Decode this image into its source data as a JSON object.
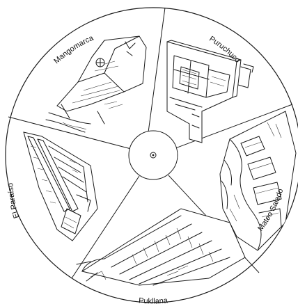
{
  "diagram": {
    "sites": [
      {
        "id": "mangomarca",
        "label": "Mangomarca"
      },
      {
        "id": "puruchuco",
        "label": "Puruchuco"
      },
      {
        "id": "mateo-salado",
        "label": "Mateo Salado"
      },
      {
        "id": "pucllana",
        "label": "Pukllana"
      },
      {
        "id": "el-paraiso",
        "label": "El Paraíso"
      }
    ],
    "colors": {
      "line": "#1a1a1a",
      "background": "#ffffff"
    }
  }
}
